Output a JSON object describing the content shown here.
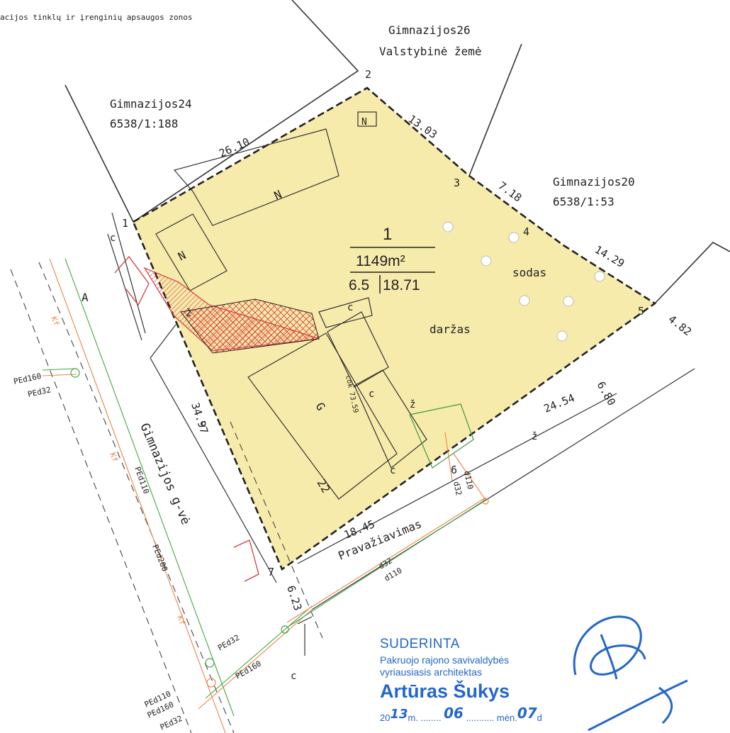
{
  "header": {
    "legend_line": "acijos tinklų ir įrenginių apsaugos zonos"
  },
  "neighbors": {
    "n24_name": "Gimnazijos24",
    "n24_id": "6538/1:188",
    "n26_name": "Gimnazijos26",
    "n26_id": "Valstybinė žemė",
    "n20_name": "Gimnazijos20",
    "n20_id": "6538/1:53"
  },
  "parcel": {
    "number": "1",
    "area": "1149m²",
    "ratio_left": "6.5",
    "ratio_right": "18.71",
    "fill_color": "#f7ebab"
  },
  "points": [
    "1",
    "2",
    "3",
    "4",
    "5",
    "6",
    "7"
  ],
  "dimensions": {
    "d26_10": "26.10",
    "d13_03": "13.03",
    "d7_18": "7.18",
    "d14_29": "14.29",
    "d4_82": "4.82",
    "d6_80": "6.80",
    "d24_54": "24.54",
    "d34_97": "34.97",
    "d18_45": "18.45",
    "d6_23": "6.23"
  },
  "labels": {
    "sodas": "sodas",
    "darzas": "daržas",
    "area_a": "A",
    "street": "Gimnazijos g-vė",
    "driveway": "Pravažiavimas",
    "building_n": "N",
    "building_g": "G",
    "building_num": "22",
    "cok": "cok 73.59",
    "c": "c",
    "z": "ž"
  },
  "utilities": {
    "ped160": "PEd160",
    "ped32": "PEd32",
    "ped110": "PEd110",
    "ped200": "PEd200",
    "d32": "d32",
    "d110": "d110",
    "kf": "Kf"
  },
  "stamp": {
    "title": "SUDERINTA",
    "line1": "Pakruojo rajono savivaldybės",
    "line2": "vyriausiasis architektas",
    "name": "Artūras Šukys",
    "date_prefix": "20",
    "date_year": "13",
    "date_m": "m.",
    "date_month": "06",
    "date_men": "mėn.",
    "date_day": "07",
    "date_d": "d",
    "ink_color": "#2466c9"
  }
}
